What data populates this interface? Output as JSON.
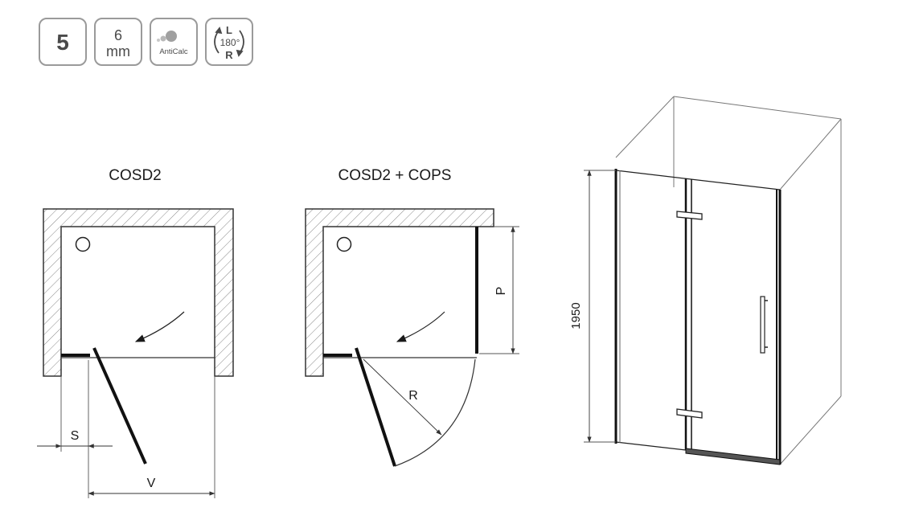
{
  "badges": {
    "warranty": "5",
    "glass_thickness_value": "6",
    "glass_thickness_unit": "mm",
    "anticalc": "AntiCalc",
    "reversible_left": "L",
    "reversible_angle": "180°",
    "reversible_right": "R",
    "anticalc_icon": "water-drops-icon",
    "reversible_icon": "rotate-arrows-icon"
  },
  "diagram_left": {
    "title": "COSD2",
    "dim_s": "S",
    "dim_v": "V"
  },
  "diagram_middle": {
    "title": "COSD2 + COPS",
    "dim_p": "P",
    "dim_r": "R"
  },
  "diagram_3d": {
    "height_label": "1950"
  },
  "colors": {
    "badge_border": "#9a9a9a",
    "badge_text": "#4a4a4a",
    "line": "#1a1a1a",
    "thin_line": "#555555"
  }
}
